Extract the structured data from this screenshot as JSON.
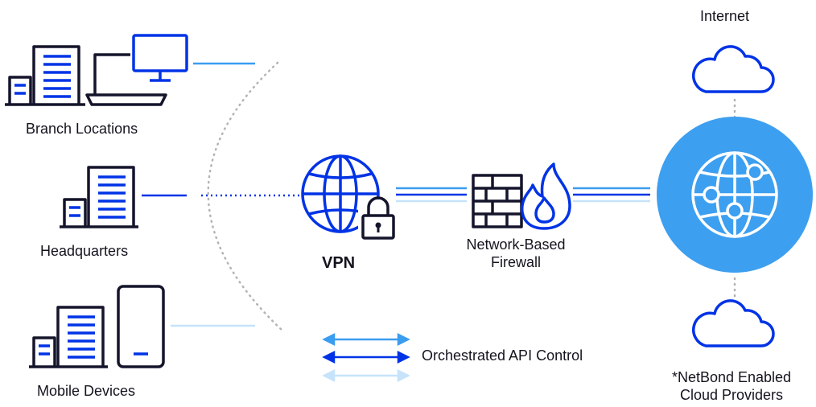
{
  "sources": {
    "branch": "Branch Locations",
    "headquarters": "Headquarters",
    "mobile": "Mobile Devices"
  },
  "vpn": "VPN",
  "firewall": {
    "line1": "Network-Based",
    "line2": "Firewall"
  },
  "internet": "Internet",
  "cloud_providers": {
    "line1": "*NetBond Enabled",
    "line2": "Cloud Providers"
  },
  "legend": {
    "label": "Orchestrated API Control"
  },
  "colors": {
    "navy": "#14142b",
    "blue": "#0033e6",
    "light_blue": "#3b9df0",
    "pale_blue": "#c6e3fb",
    "globe_fill": "#3d9ff0",
    "dots": "#b3b3b3"
  }
}
